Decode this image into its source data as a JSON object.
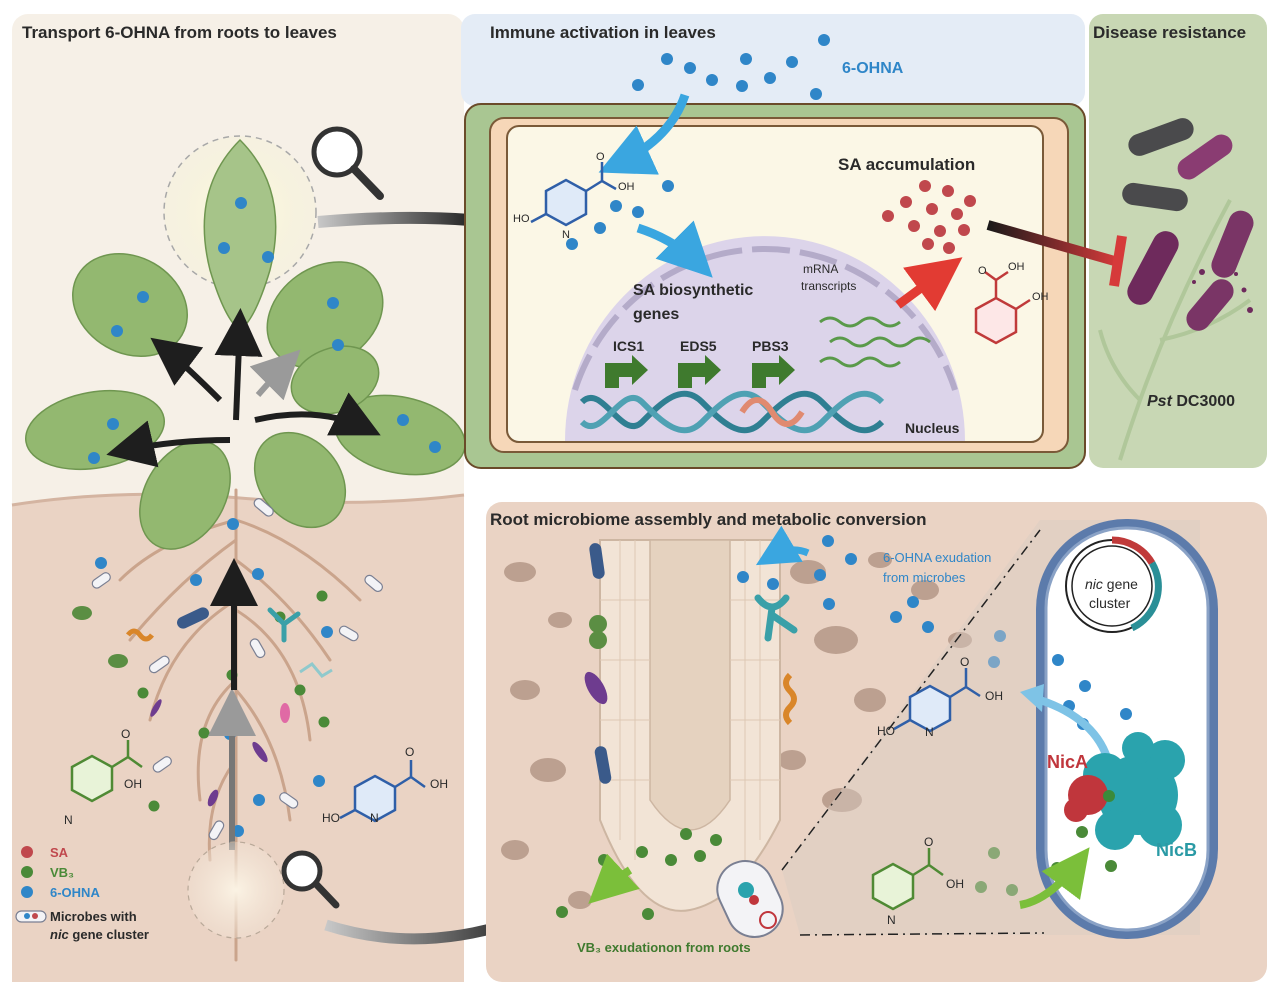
{
  "panels": {
    "transport": {
      "title": "Transport 6-OHNA from roots to leaves"
    },
    "immune": {
      "title": "Immune activation in leaves",
      "molecule_label": "6-OHNA"
    },
    "disease": {
      "title": "Disease resistance",
      "strain_italic": "Pst",
      "strain_rest": " DC3000"
    },
    "microbiome": {
      "title": "Root microbiome assembly and metabolic conversion"
    }
  },
  "cell": {
    "sa_accumulation": "SA accumulation",
    "sa_genes_line1": "SA biosynthetic",
    "sa_genes_line2": "genes",
    "mrna_line1": "mRNA",
    "mrna_line2": "transcripts",
    "genes": [
      "ICS1",
      "EDS5",
      "PBS3"
    ],
    "nucleus": "Nucleus",
    "ohna_atoms": {
      "ho": "HO",
      "n": "N",
      "oh": "OH",
      "o": "O"
    },
    "sa_atoms": {
      "o": "O",
      "oh1": "OH",
      "oh2": "OH"
    }
  },
  "microbiome_labels": {
    "exudation_microbes_line1": "6-OHNA exudation",
    "exudation_microbes_line2": "from microbes",
    "nic_italic": "nic",
    "nic_rest": " gene",
    "cluster": "cluster",
    "nica": "NicA",
    "nicb": "NicB",
    "vb3_exudation": "VB₃ exudationon from roots"
  },
  "legend": [
    {
      "label": "SA",
      "color": "#c0484d"
    },
    {
      "label": "VB₃",
      "color": "#4a8a38"
    },
    {
      "label": "6-OHNA",
      "color": "#2f86c8"
    }
  ],
  "legend_microbe_line1": "Microbes with",
  "legend_microbe_line2_italic": "nic",
  "legend_microbe_line2_rest": " gene cluster",
  "colors": {
    "ohna": "#2f86c8",
    "vb3": "#4a8a38",
    "sa": "#c0484d",
    "leaf": "#8fb36a",
    "soil": "#e8d0c0",
    "cell_wall": "#a6c48e",
    "nucleus": "#dcd4ea",
    "nicb": "#2aa3ad",
    "nica": "#c0363c"
  }
}
